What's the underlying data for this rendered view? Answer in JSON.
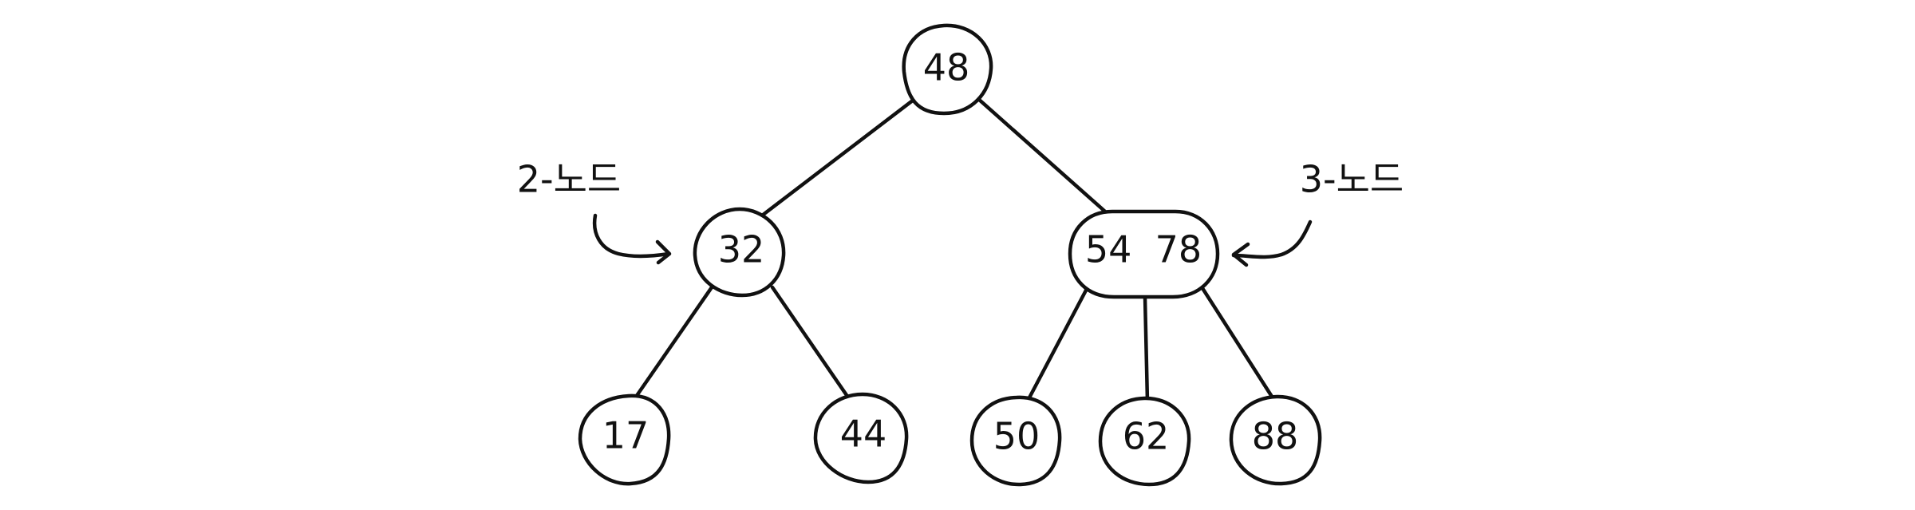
{
  "nodes": [
    {
      "id": "n48",
      "label": "48",
      "kind": "2-node",
      "keys": [
        "48"
      ]
    },
    {
      "id": "n32",
      "label": "32",
      "kind": "2-node",
      "keys": [
        "32"
      ]
    },
    {
      "id": "n54_78",
      "label": "54  78",
      "kind": "3-node",
      "keys": [
        "54",
        "78"
      ]
    },
    {
      "id": "n17",
      "label": "17",
      "kind": "leaf",
      "keys": [
        "17"
      ]
    },
    {
      "id": "n44",
      "label": "44",
      "kind": "leaf",
      "keys": [
        "44"
      ]
    },
    {
      "id": "n50",
      "label": "50",
      "kind": "leaf",
      "keys": [
        "50"
      ]
    },
    {
      "id": "n62",
      "label": "62",
      "kind": "leaf",
      "keys": [
        "62"
      ]
    },
    {
      "id": "n88",
      "label": "88",
      "kind": "leaf",
      "keys": [
        "88"
      ]
    }
  ],
  "edges": [
    {
      "from": "n48",
      "to": "n32"
    },
    {
      "from": "n48",
      "to": "n54_78"
    },
    {
      "from": "n32",
      "to": "n17"
    },
    {
      "from": "n32",
      "to": "n44"
    },
    {
      "from": "n54_78",
      "to": "n50"
    },
    {
      "from": "n54_78",
      "to": "n62"
    },
    {
      "from": "n54_78",
      "to": "n88"
    }
  ],
  "annotations": {
    "two_node": "2-노드",
    "three_node": "3-노드"
  },
  "colors": {
    "stroke": "#111111",
    "background": "#ffffff"
  }
}
